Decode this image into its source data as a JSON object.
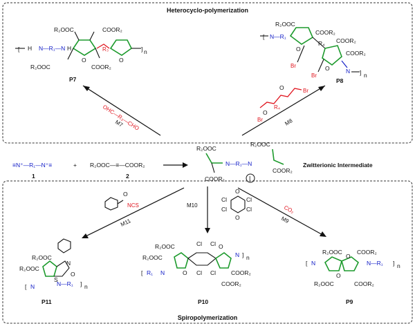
{
  "top_box": {
    "title": "Heterocyclo-polymerization"
  },
  "bottom_box": {
    "title": "Spiropolymerization"
  },
  "center": {
    "monomer1_label": "1",
    "plus": "+",
    "monomer2_text": "R₂OOC—≡—COOR₂",
    "monomer2_label": "2",
    "intermediate_top_left": "R₂OOC",
    "intermediate_top_right": "R₂OOC",
    "intermediate_bottom": "COOR₂",
    "intermediate_right": "COOR₂",
    "intermediate_chain": "N—R₁—N",
    "intermediate_id": "I",
    "intermediate_title": "Zwitterionic Intermediate"
  },
  "routes": {
    "m7": {
      "reagent": "OHC—R₃—CHO",
      "label": "M7"
    },
    "m8": {
      "reagent_r4": "R₄",
      "reagent_br1": "Br",
      "reagent_br2": "Br",
      "label": "M8"
    },
    "m9": {
      "reagent": "CO₂",
      "label": "M9"
    },
    "m10": {
      "label": "M10",
      "cl_atoms": [
        "Cl",
        "Cl",
        "Cl",
        "Cl"
      ],
      "o_atoms": [
        "O",
        "O"
      ]
    },
    "m11": {
      "reagent": "NCS",
      "label": "M11"
    }
  },
  "products": {
    "p7": {
      "label": "P7",
      "chain": "N—R₁—N",
      "h1": "H",
      "h2": "H",
      "r3": "R₃",
      "ester_tl": "R₂OOC",
      "ester_tr": "COOR₂",
      "ester_bl": "R₂OOC",
      "ester_br": "COOR₂",
      "o": "O",
      "n_sub": "n"
    },
    "p8": {
      "label": "P8",
      "chain": "N—R₁",
      "r4": "R₄",
      "ester_tl": "R₂OOC",
      "ester_r1": "COOR₂",
      "ester_r2": "COOR₂",
      "ester_r3": "COOR₂",
      "br1": "Br",
      "br2": "Br",
      "o1": "O",
      "o2": "O",
      "n_atom": "N",
      "n_sub": "n"
    },
    "p9": {
      "label": "P9",
      "chain": "N—R₁",
      "n_atom": "N",
      "ester_tl": "R₂OOC",
      "ester_tr": "COOR₂",
      "ester_bl": "R₂OOC",
      "ester_br": "COOR₂",
      "o1": "O",
      "o2": "O",
      "n_sub": "n"
    },
    "p10": {
      "label": "P10",
      "chain": "N",
      "r1": "R₁",
      "n_atom": "N",
      "ester_tl": "R₂OOC",
      "ester_l": "R₂OOC",
      "ester_r": "COOR₂",
      "ester_br": "COOR₂",
      "cl_atoms": [
        "Cl",
        "Cl",
        "Cl",
        "Cl"
      ],
      "o1": "O",
      "o2": "O",
      "n_sub": "n"
    },
    "p11": {
      "label": "P11",
      "ester_t": "R₂OOC",
      "ester_l": "R₂OOC",
      "n_atom": "N",
      "s_atom": "S",
      "o_atom": "O",
      "chain": "N—R₁",
      "n2": "N",
      "n_sub": "n"
    }
  }
}
